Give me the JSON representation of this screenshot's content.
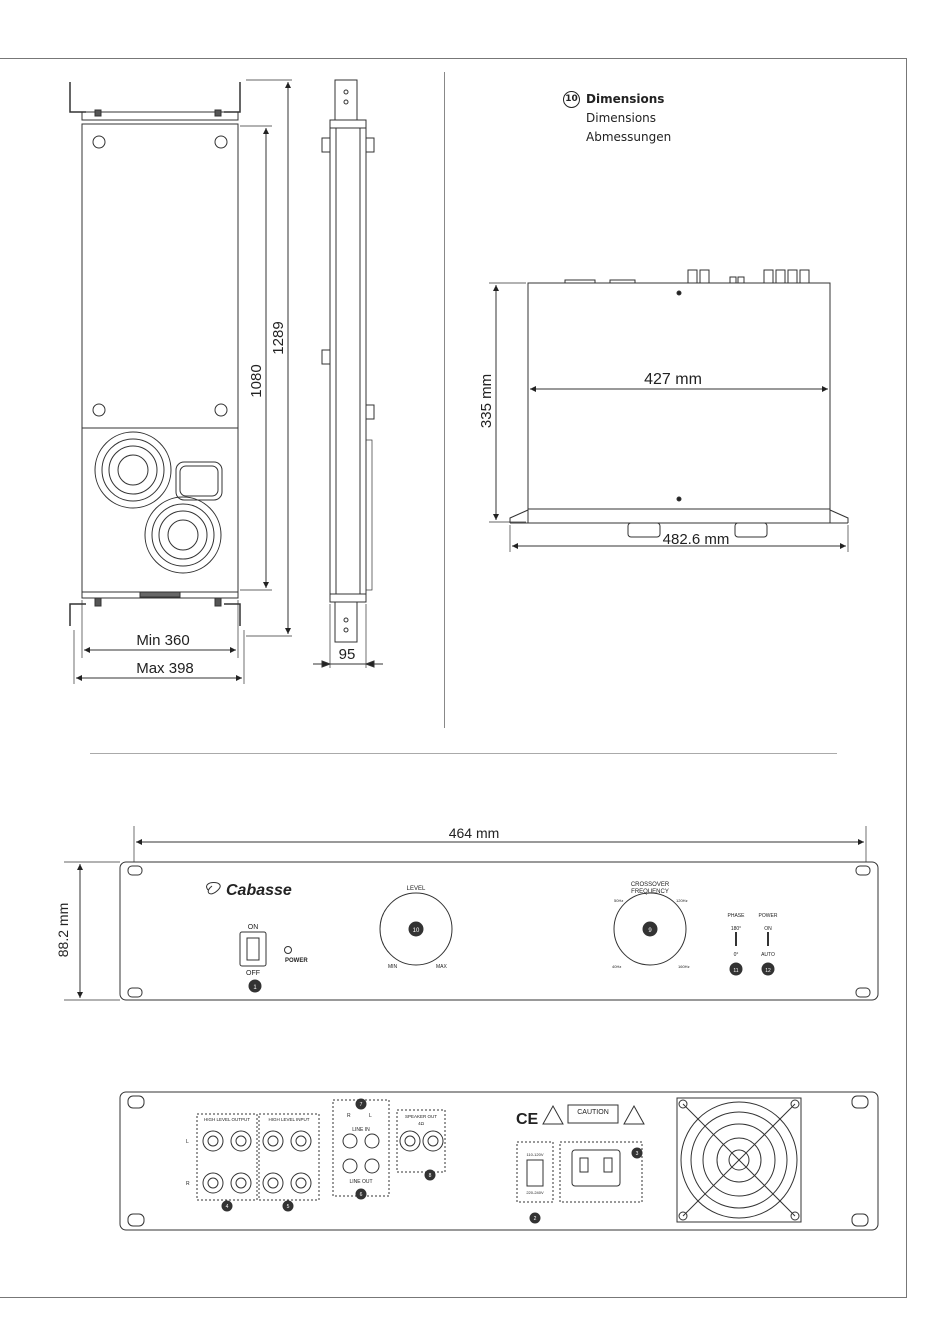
{
  "section": {
    "number": "10",
    "title": "Dimensions",
    "subtitle_fr": "Dimensions",
    "subtitle_de": "Abmessungen"
  },
  "dims": {
    "height_outer": "1289",
    "height_inner": "1080",
    "width_min": "Min 360",
    "width_max": "Max 398",
    "depth_side": "95",
    "top_width": "427 mm",
    "top_depth": "335 mm",
    "top_rack": "482.6 mm",
    "front_width": "464 mm",
    "front_height": "88.2 mm"
  },
  "front": {
    "brand": "Cabasse",
    "on": "ON",
    "off": "OFF",
    "power": "POWER",
    "level": "LEVEL",
    "min": "MIN",
    "max": "MAX",
    "crossover1": "CROSSOVER",
    "crossover2": "FREQUENCY",
    "f50": "50Hz",
    "f120": "120Hz",
    "f40": "40Hz",
    "f160": "160Hz",
    "phase": "PHASE",
    "deg180": "180°",
    "deg0": "0°",
    "power2": "POWER",
    "pon": "ON",
    "pauto": "AUTO",
    "c1": "1",
    "c10": "10",
    "c9": "9",
    "c11": "11",
    "c12": "12"
  },
  "rear": {
    "hl_out": "HIGH LEVEL OUTPUT",
    "hl_in": "HIGH LEVEL INPUT",
    "line_in": "LINE IN",
    "line_out": "LINE OUT",
    "spk_out": "SPEAKER OUT",
    "ohm": "4Ω",
    "ce": "CE",
    "caution": "CAUTION",
    "v1": "110-120V",
    "v2": "220-240V",
    "chL": "L",
    "chR": "R",
    "sR": "R",
    "sL": "L",
    "c4": "4",
    "c5": "5",
    "c6": "6",
    "c7": "7",
    "c8": "8",
    "c2": "2",
    "c3": "3"
  }
}
